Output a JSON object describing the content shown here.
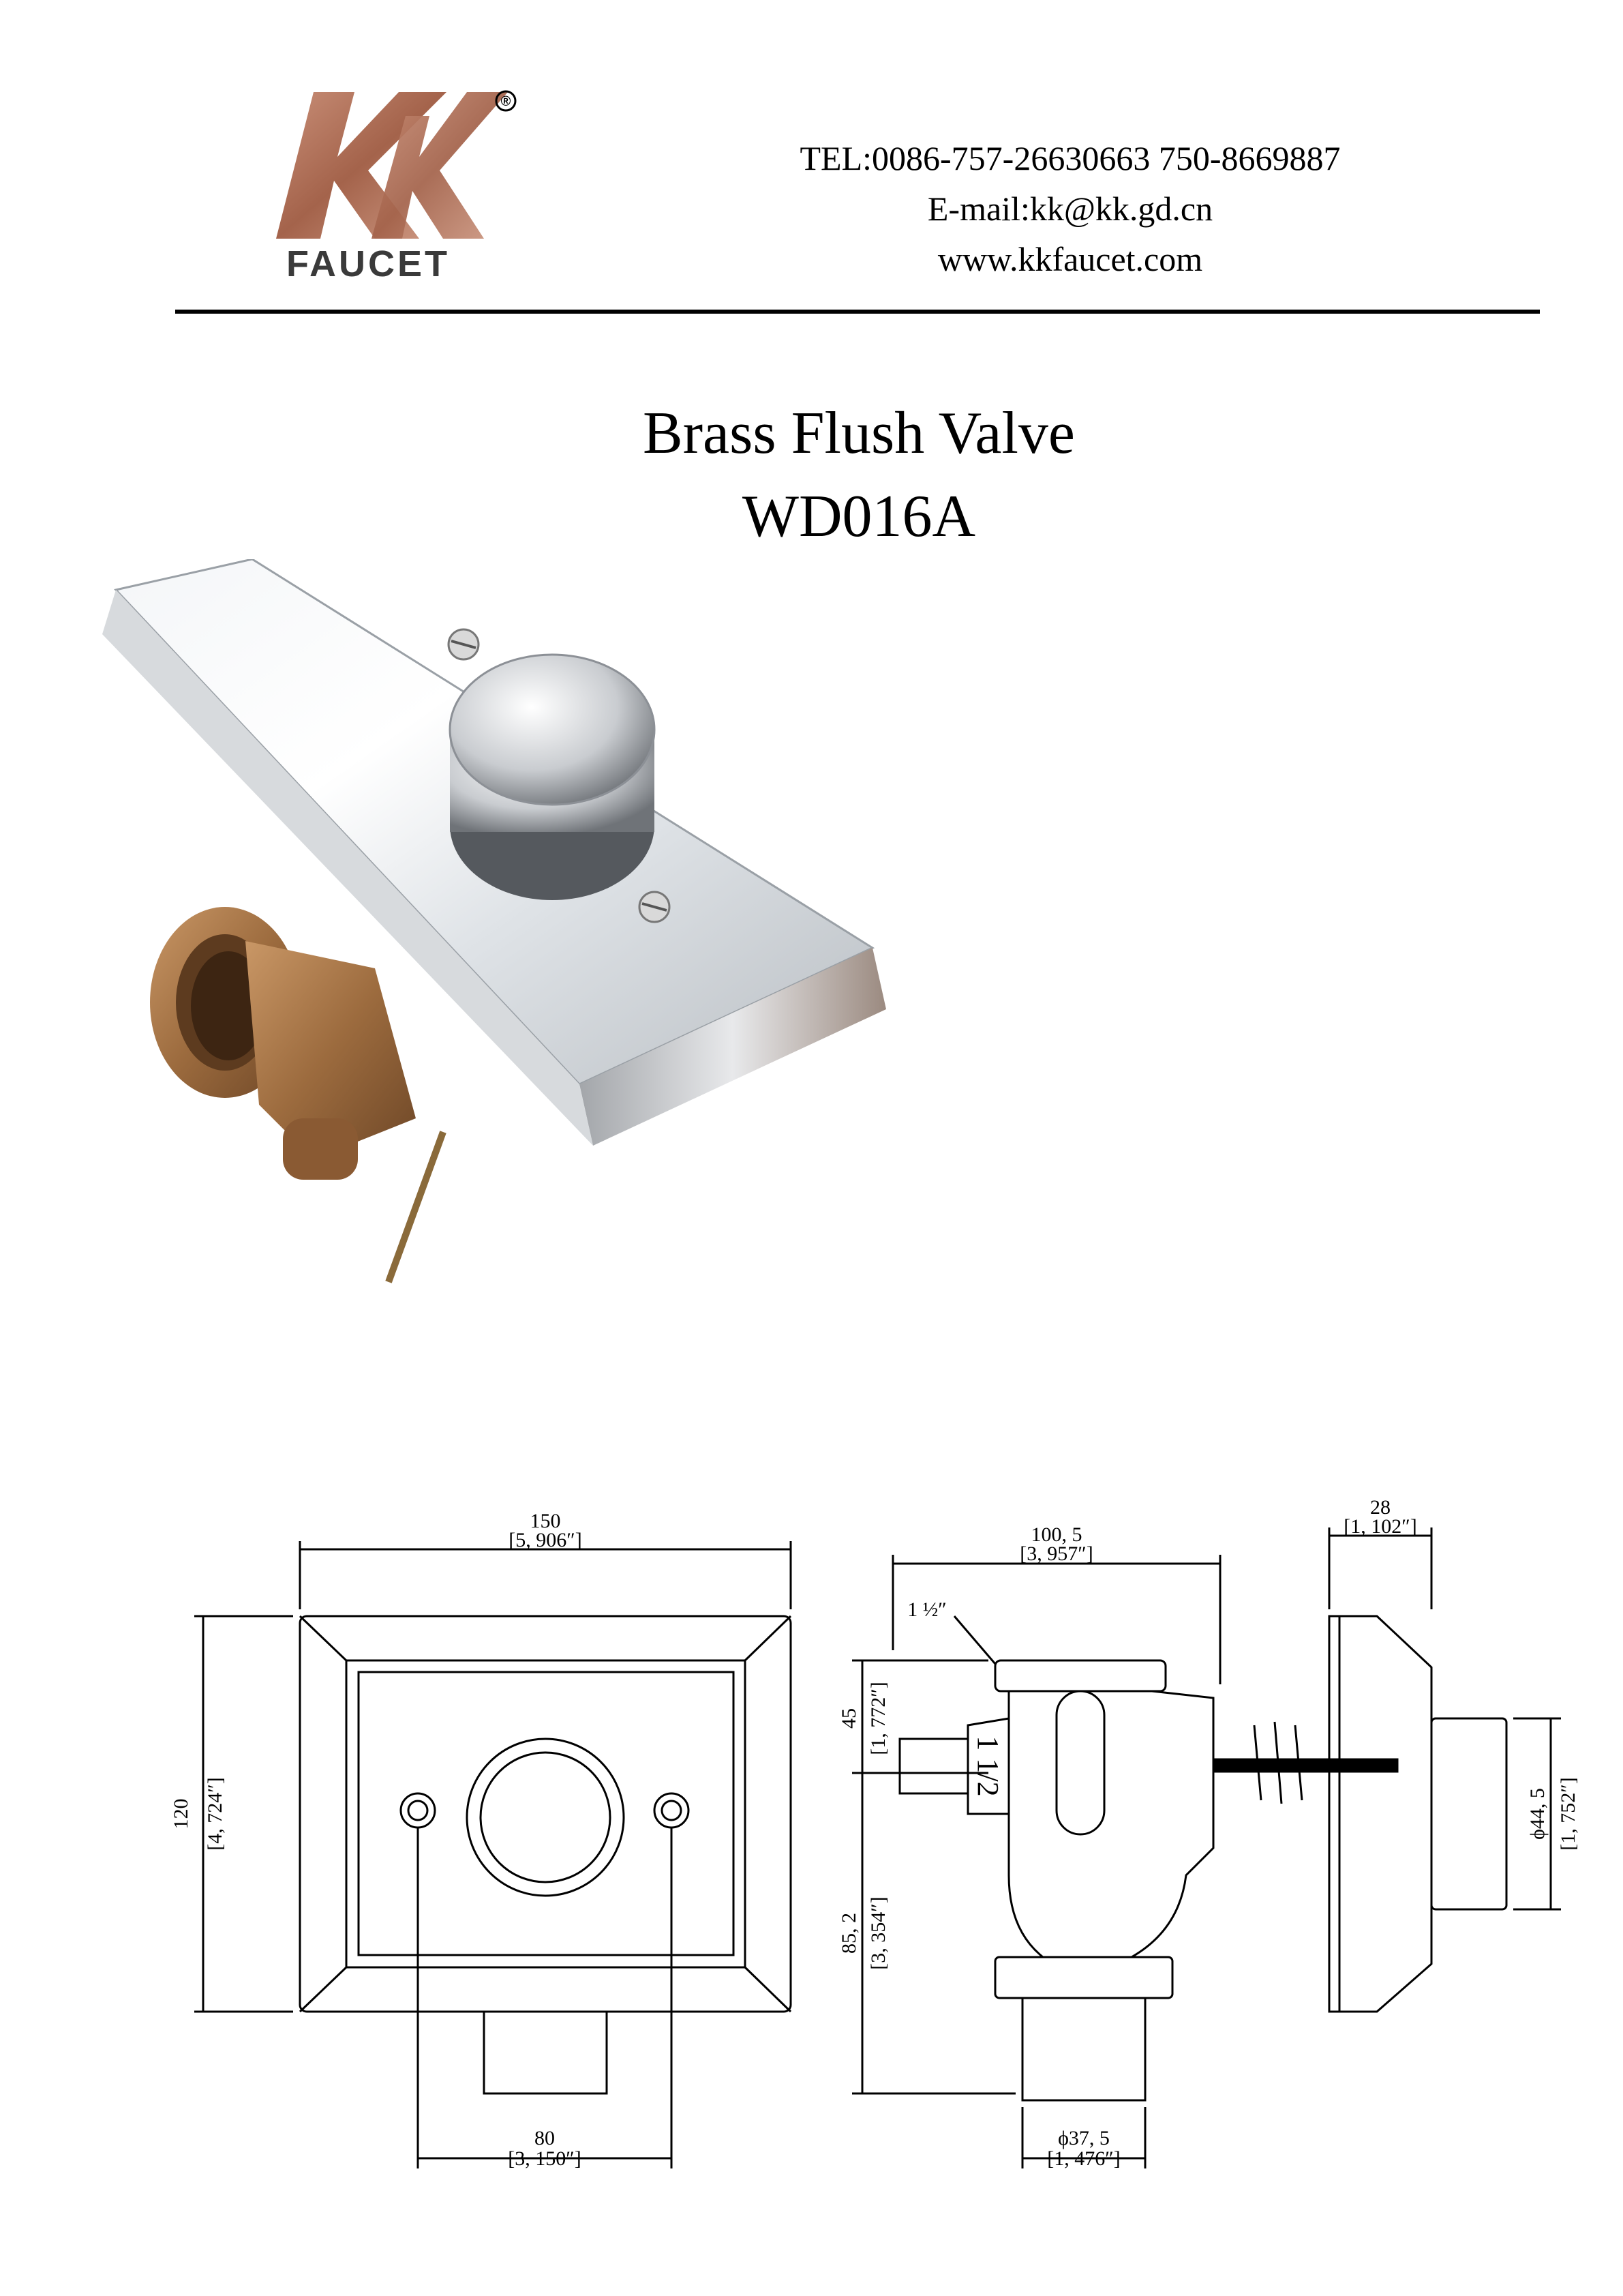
{
  "brand": {
    "logo_letters": "KK",
    "logo_word": "FAUCET",
    "registered_mark": "®",
    "accent_color": "#b07258"
  },
  "contact": {
    "tel": "TEL:0086-757-26630663 750-8669887",
    "email": "E-mail:kk@kk.gd.cn",
    "website": "www.kkfaucet.com"
  },
  "product": {
    "name": "Brass Flush Valve",
    "model": "WD016A"
  },
  "dimensions": {
    "width_mm": "150",
    "width_in": "[5, 906″]",
    "height_mm": "120",
    "height_in": "[4, 724″]",
    "hole_spacing_mm": "80",
    "hole_spacing_in": "[3, 150″]",
    "body_width_mm": "100, 5",
    "body_width_in": "[3, 957″]",
    "thread_size": "1 ½″",
    "upper_height_mm": "45",
    "upper_height_in": "[1, 772″]",
    "lower_height_mm": "85, 2",
    "lower_height_in": "[3, 354″]",
    "outlet_dia_mm": "ϕ37, 5",
    "outlet_dia_in": "[1, 476″]",
    "depth_mm": "28",
    "depth_in": "[1, 102″]",
    "button_dia_mm": "ϕ44, 5",
    "button_dia_in": "[1, 752″]",
    "body_marking": "1 1/2"
  }
}
